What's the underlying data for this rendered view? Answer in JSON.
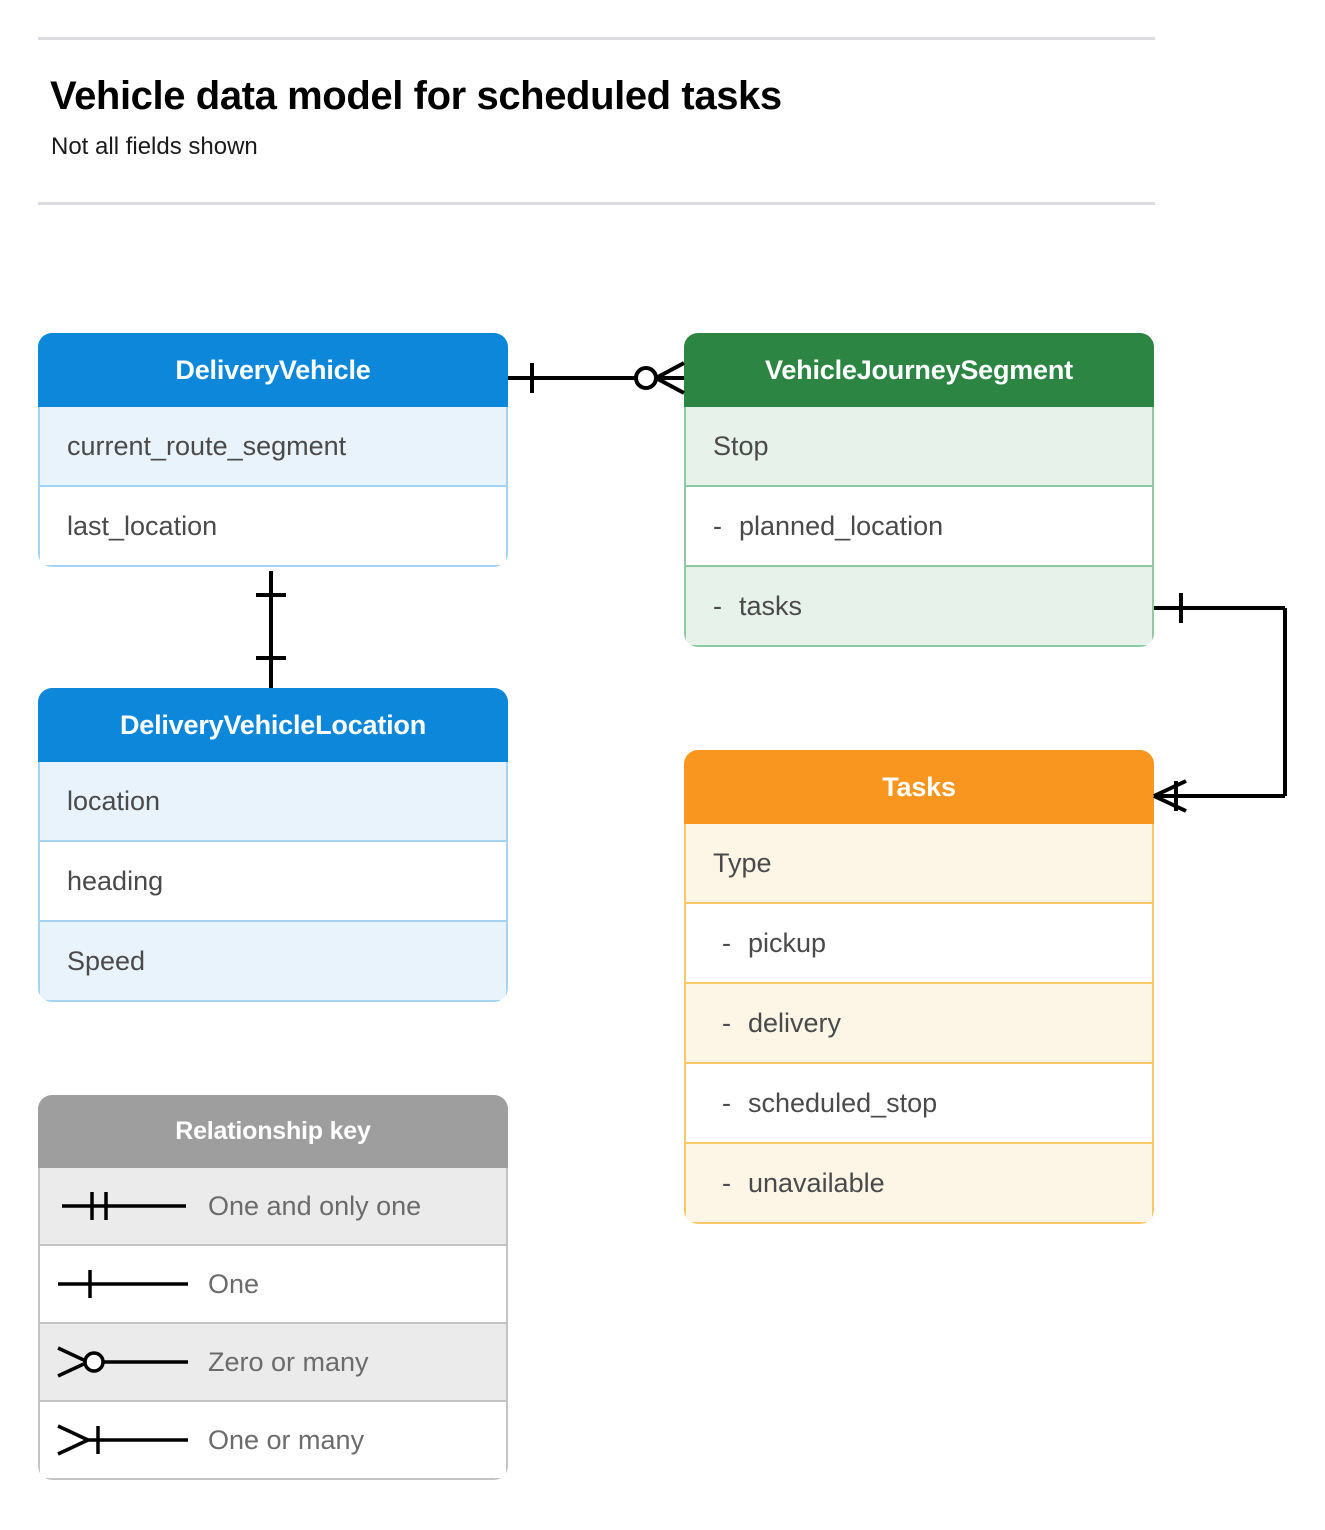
{
  "header": {
    "title": "Vehicle data model for scheduled tasks",
    "subtitle": "Not all fields shown"
  },
  "colors": {
    "blue_header": "#0d87d9",
    "blue_row_alt": "#e8f3fc",
    "blue_border": "#a5d3f2",
    "green_header": "#2d8544",
    "green_row_alt": "#e7f2ea",
    "green_border": "#8ec9a3",
    "orange_header": "#f9961f",
    "orange_row_alt": "#fdf6e7",
    "orange_border": "#f9c969",
    "grey_header": "#9e9e9e",
    "grey_row_alt": "#ebebeb",
    "grey_border": "#c4c4c4",
    "connector": "#000000",
    "divider": "#dadce0"
  },
  "entities": {
    "delivery_vehicle": {
      "name": "DeliveryVehicle",
      "fields": [
        {
          "label": "current_route_segment"
        },
        {
          "label": "last_location"
        }
      ]
    },
    "vehicle_journey_segment": {
      "name": "VehicleJourneySegment",
      "fields": [
        {
          "label": "Stop"
        },
        {
          "dash": "-",
          "label": "planned_location"
        },
        {
          "dash": "-",
          "label": "tasks"
        }
      ]
    },
    "delivery_vehicle_location": {
      "name": "DeliveryVehicleLocation",
      "fields": [
        {
          "label": "location"
        },
        {
          "label": "heading"
        },
        {
          "label": "Speed"
        }
      ]
    },
    "tasks": {
      "name": "Tasks",
      "fields": [
        {
          "label": "Type"
        },
        {
          "dash": "-",
          "label": "pickup"
        },
        {
          "dash": "-",
          "label": "delivery"
        },
        {
          "dash": "-",
          "label": "scheduled_stop"
        },
        {
          "dash": "-",
          "label": "unavailable"
        }
      ]
    }
  },
  "legend": {
    "title": "Relationship key",
    "items": [
      {
        "symbol": "one-and-only-one-icon",
        "label": "One and only one"
      },
      {
        "symbol": "one-icon",
        "label": "One"
      },
      {
        "symbol": "zero-or-many-icon",
        "label": "Zero or many"
      },
      {
        "symbol": "one-or-many-icon",
        "label": "One or many"
      }
    ]
  },
  "relationships": [
    {
      "from": "DeliveryVehicle",
      "to": "VehicleJourneySegment",
      "from_cardinality": "One",
      "to_cardinality": "Zero or many"
    },
    {
      "from": "DeliveryVehicle",
      "to": "DeliveryVehicleLocation",
      "from_cardinality": "One",
      "to_cardinality": "One"
    },
    {
      "from": "VehicleJourneySegment.tasks",
      "to": "Tasks",
      "from_cardinality": "One",
      "to_cardinality": "One or many"
    }
  ]
}
